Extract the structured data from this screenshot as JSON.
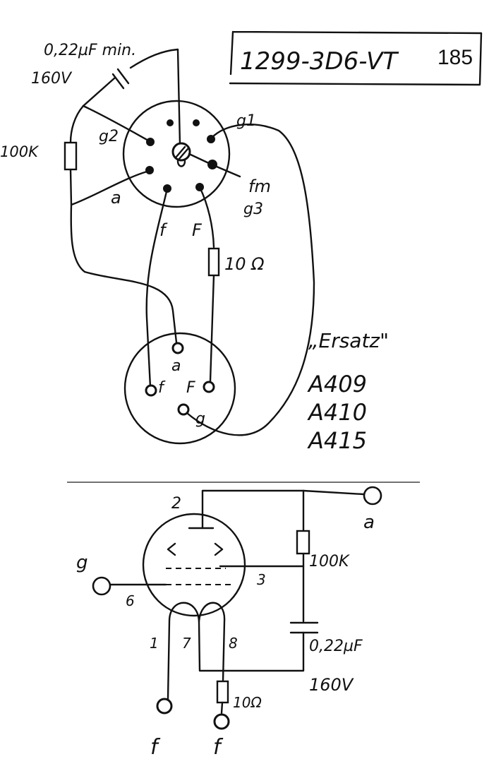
{
  "title": {
    "part_numbers": "1299-3D6-VT",
    "suffix": "185"
  },
  "top": {
    "capacitor_value": "0,22µF min.",
    "capacitor_voltage": "160V",
    "resistor_100k": "100K",
    "pin_g2": "g2",
    "pin_a": "a",
    "pin_g1": "g1",
    "pin_fm": "fm",
    "pin_g3": "g3",
    "pin_f_left": "f",
    "pin_f_right": "F",
    "resistor_10": "10 Ω"
  },
  "adapter": {
    "pin_a": "a",
    "pin_f_left": "f",
    "pin_f_right": "F",
    "pin_g": "g"
  },
  "replacements": {
    "heading": "„Ersatz\"",
    "tubes": [
      "A409",
      "A410",
      "A415"
    ]
  },
  "schematic": {
    "pin_2": "2",
    "terminal_a": "a",
    "terminal_g": "g",
    "pin_6": "6",
    "pin_3": "3",
    "pin_1": "1",
    "pin_7": "7",
    "pin_8": "8",
    "resistor_100k": "100K",
    "capacitor_value": "0,22µF",
    "capacitor_voltage": "160V",
    "resistor_10": "10Ω",
    "terminal_f_left": "f",
    "terminal_f_right": "f"
  }
}
